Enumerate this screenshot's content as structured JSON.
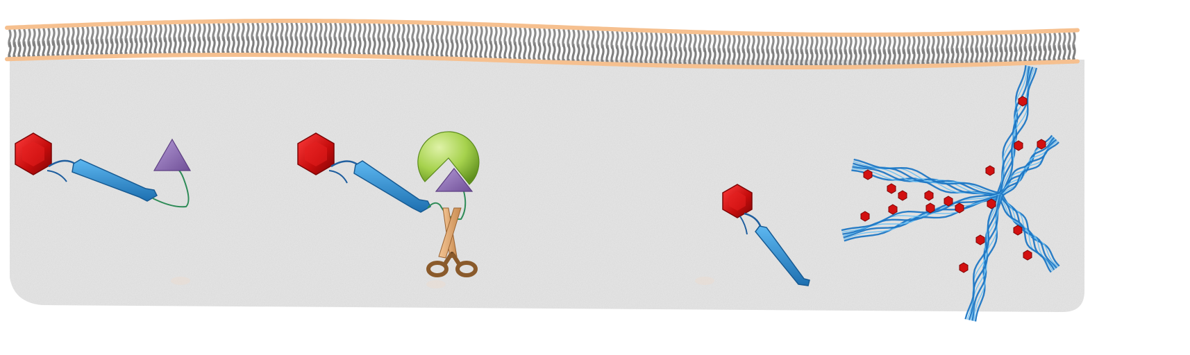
{
  "figure": {
    "description_free": true,
    "stages": [
      {
        "id": "intact-construct",
        "parts": [
          "hexagon-tag",
          "beta-strand",
          "linker",
          "triangle-ligand"
        ]
      },
      {
        "id": "cleavage",
        "parts": [
          "hexagon-tag",
          "beta-strand",
          "linker",
          "triangle-ligand",
          "green-binder",
          "scissors"
        ]
      },
      {
        "id": "cleaved-peptide",
        "parts": [
          "hexagon-tag",
          "beta-strand"
        ]
      },
      {
        "id": "fibril-network",
        "parts": [
          "fibril-branches",
          "hexagon-tags"
        ]
      }
    ]
  },
  "colors": {
    "membrane_heads": "#f6c08f",
    "membrane_tails": "#8a8a8a",
    "cytoplasm": "#e6e6e6",
    "hexagon": "#cc0f0f",
    "strand": "#2b8fd0",
    "linker_blue": "#1f5e9e",
    "linker_green": "#2e8b57",
    "triangle": "#8f6bb5",
    "binder": "#9ccc4a",
    "scissors_handle": "#8a5a2b",
    "scissors_blade": "#d9a36b",
    "fibril": "#2f8fd6"
  }
}
